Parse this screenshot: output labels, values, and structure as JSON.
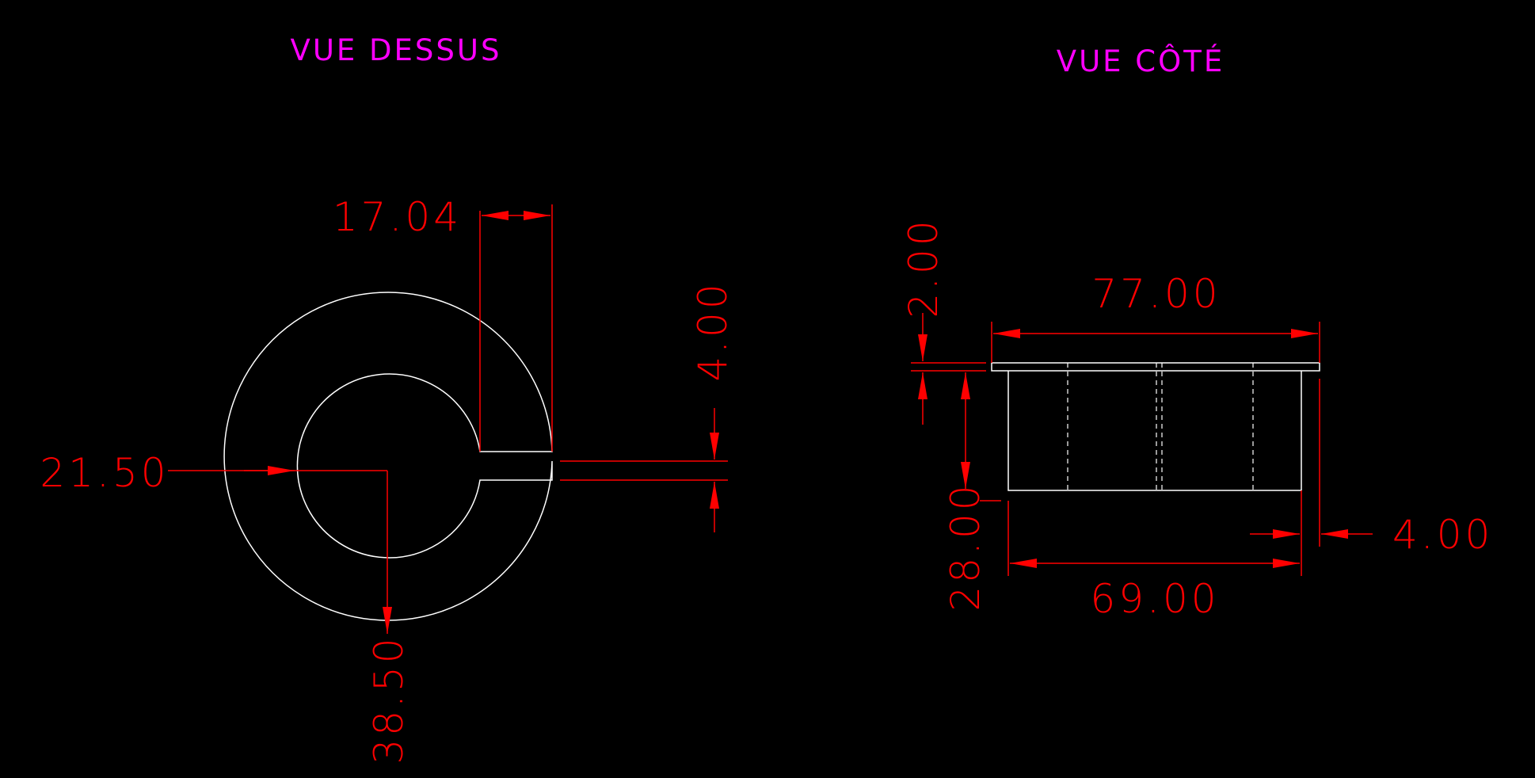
{
  "colors": {
    "background": "#000000",
    "geometry": "#ffffff",
    "dimension": "#ff0000",
    "title": "#ff00ff"
  },
  "views": {
    "top": {
      "title": "VUE DESSUS"
    },
    "side": {
      "title": "VUE CÔTÉ"
    }
  },
  "dimensions": {
    "top": {
      "gap_width": "17.04",
      "slot_width": "4.00",
      "inner_radius": "21.50",
      "outer_radius": "38.50"
    },
    "side": {
      "flange_thickness": "2.00",
      "flange_length": "77.00",
      "body_height": "28.00",
      "body_length": "69.00",
      "overhang": "4.00"
    }
  }
}
